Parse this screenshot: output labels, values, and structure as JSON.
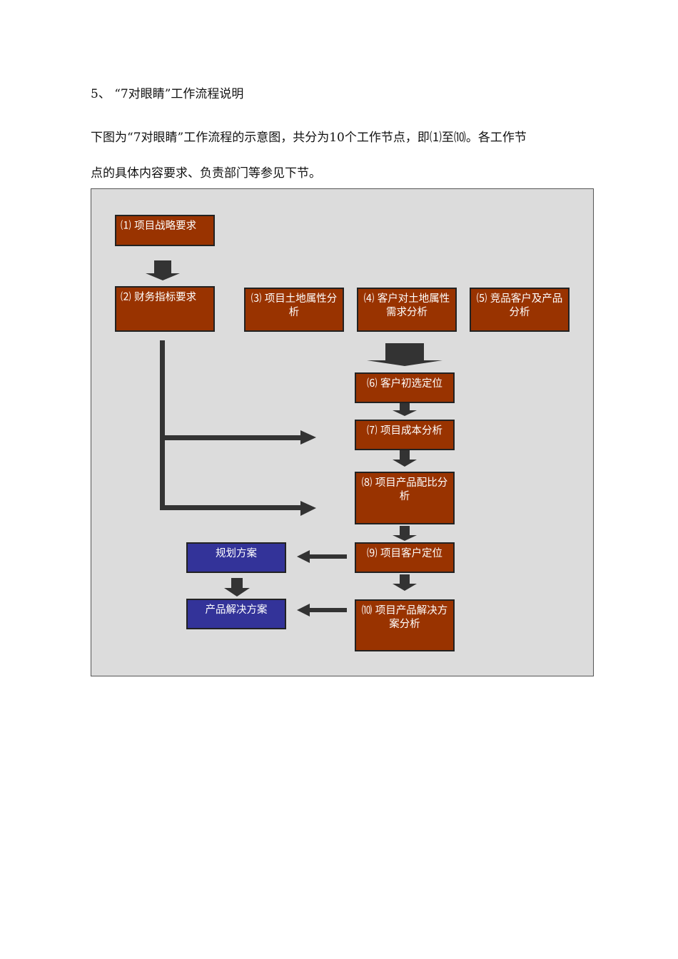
{
  "heading": "5、 “7对眼睛”工作流程说明",
  "paragraph_line1": "下图为“7对眼睛”工作流程的示意图，共分为10个工作节点，即⑴至⑽。各工作节",
  "paragraph_line2": "点的具体内容要求、负责部门等参见下节。",
  "nodes": {
    "n1": "⑴ 项目战略要求",
    "n2": "⑵ 财务指标要求",
    "n3": "⑶ 项目土地属性分析",
    "n4": "⑷ 客户对土地属性需求分析",
    "n5": "⑸ 竞品客户及产品分析",
    "n6": "⑹ 客户初选定位",
    "n7": "⑺ 项目成本分析",
    "n8": "⑻ 项目产品配比分析",
    "n9": "⑼ 项目客户定位",
    "n10": "⑽ 项目产品解决方案分析",
    "plan": "规划方案",
    "solution": "产品解决方案"
  },
  "colors": {
    "node_red": "#993300",
    "node_blue": "#333399",
    "arrow": "#333333",
    "diagram_bg": "#dcdcdc"
  }
}
